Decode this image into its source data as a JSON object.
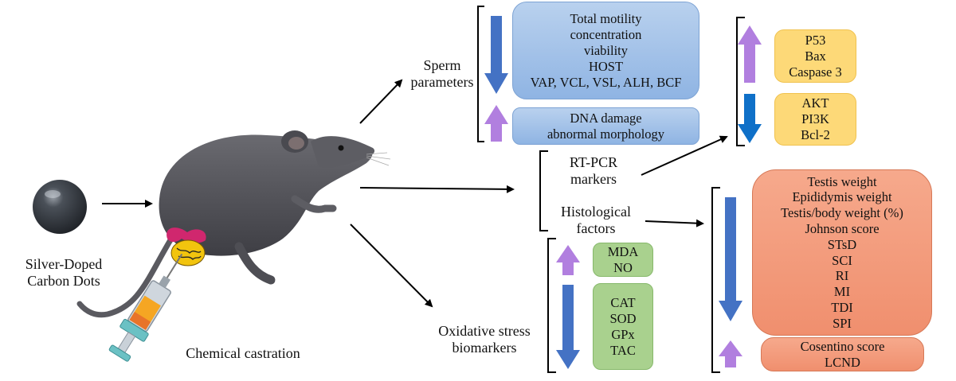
{
  "left": {
    "nanoparticle_label": [
      "Silver-Doped",
      "Carbon Dots"
    ],
    "castration_label": "Chemical castration"
  },
  "center": {
    "sperm_label": [
      "Sperm",
      "parameters"
    ],
    "rtpcr_label": [
      "RT-PCR",
      "markers"
    ],
    "histo_label": [
      "Histological",
      "factors"
    ],
    "oxidative_label": [
      "Oxidative stress",
      "biomarkers"
    ]
  },
  "sperm": {
    "decreased": [
      "Total motility",
      "concentration",
      "viability",
      "HOST",
      "VAP, VCL, VSL, ALH, BCF"
    ],
    "increased": [
      "DNA damage",
      "abnormal morphology"
    ]
  },
  "rtpcr": {
    "increased": [
      "P53",
      "Bax",
      "Caspase 3"
    ],
    "decreased": [
      "AKT",
      "PI3K",
      "Bcl-2"
    ]
  },
  "oxidative": {
    "increased": [
      "MDA",
      "NO"
    ],
    "decreased": [
      "CAT",
      "SOD",
      "GPx",
      "TAC"
    ]
  },
  "histology": {
    "decreased": [
      "Testis weight",
      "Epididymis weight",
      "Testis/body weight (%)",
      "Johnson score",
      "STsD",
      "SCI",
      "RI",
      "MI",
      "TDI",
      "SPI"
    ],
    "increased": [
      "Cosentino score",
      "LCND"
    ]
  },
  "colors": {
    "down_arrow": "#4472c4",
    "down_arrow_alt": "#0f70c8",
    "up_arrow": "#b17fdf",
    "box_blue": "#9dbde7",
    "box_yellow": "#fdd978",
    "box_green": "#a9d18e",
    "box_salmon": "#f29a78"
  },
  "icons": {
    "nanoparticle": "dark-sphere-icon",
    "animal": "rat-illustration",
    "syringe": "syringe-icon",
    "organ": "testis-icon"
  }
}
